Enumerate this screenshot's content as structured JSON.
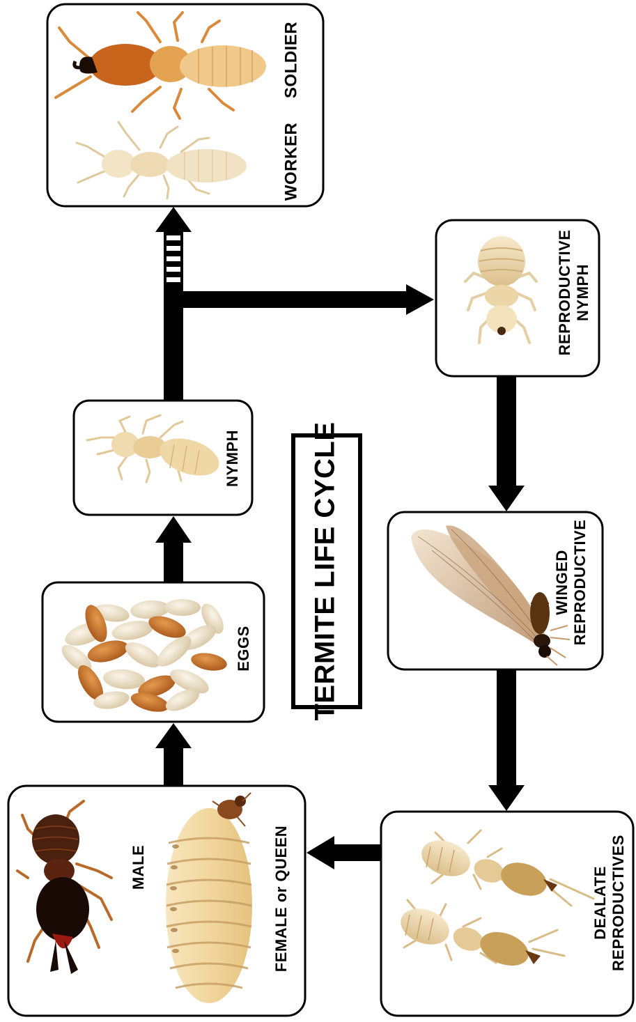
{
  "title": "TERMITE LIFE CYCLE",
  "stages": {
    "workers_soldiers": {
      "soldier_label": "SOLDIER",
      "worker_label": "WORKER"
    },
    "nymph": {
      "label": "NYMPH"
    },
    "reproductive_nymph": {
      "line1": "REPRODUCTIVE",
      "line2": "NYMPH"
    },
    "eggs": {
      "label": "EGGS"
    },
    "winged_reproductive": {
      "line1": "WINGED",
      "line2": "REPRODUCTIVE"
    },
    "male_female": {
      "male_label": "MALE",
      "female_label": "FEMALE or QUEEN"
    },
    "dealate_reproductives": {
      "line1": "DEALATE",
      "line2": "REPRODUCTIVES"
    }
  },
  "colors": {
    "arrow": "#000000",
    "box_border": "#000000",
    "pale_termite": "#eed9b0",
    "orange_termite": "#c56a1f",
    "egg_cream": "#ede0c8",
    "egg_orange": "#c8722a",
    "queen_abdomen": "#f2dba6",
    "male_body": "#2a1208"
  }
}
